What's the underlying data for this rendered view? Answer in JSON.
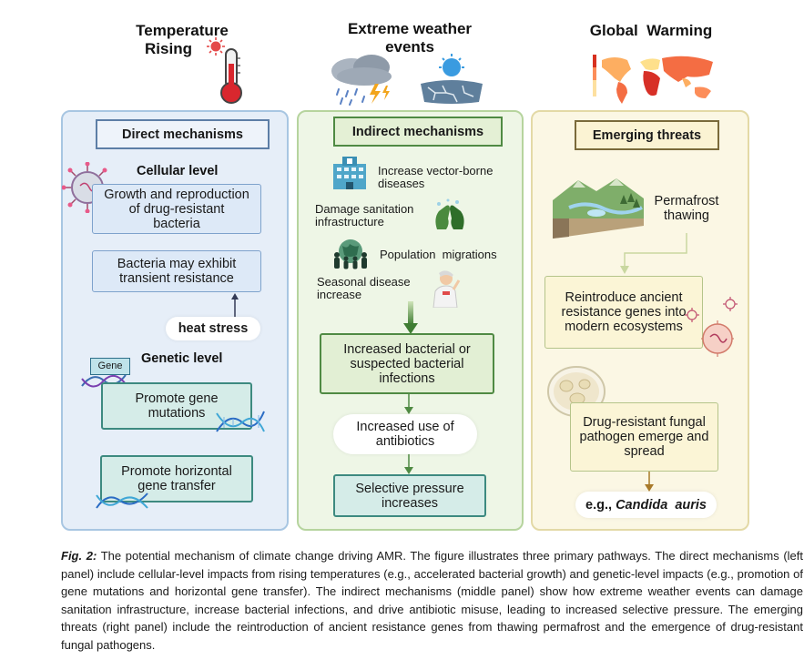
{
  "headers": {
    "temperature_line1": "Temperature",
    "temperature_line2": "Rising",
    "extreme_line1": "Extreme weather",
    "extreme_line2": "events",
    "global": "Global  Warming"
  },
  "left": {
    "title": "Direct mechanisms",
    "cellular_level": "Cellular level",
    "growth": "Growth and reproduction of drug-resistant bacteria",
    "transient": "Bacteria may exhibit transient resistance",
    "heat_stress": "heat stress",
    "genetic_level": "Genetic level",
    "gene_tag": "Gene",
    "mutations": "Promote gene mutations",
    "horizontal": "Promote horizontal gene transfer"
  },
  "middle": {
    "title": "Indirect mechanisms",
    "vector": "Increase vector-borne diseases",
    "sanitation": "Damage sanitation infrastructure",
    "migrations": "Population  migrations",
    "seasonal": "Seasonal disease increase",
    "infections": "Increased bacterial or suspected bacterial infections",
    "antibiotics": "Increased use of antibiotics",
    "pressure": "Selective pressure increases"
  },
  "right": {
    "title": "Emerging threats",
    "permafrost": "Permafrost thawing",
    "reintroduce": "Reintroduce ancient resistance genes into modern ecosystems",
    "fungal": "Drug-resistant fungal pathogen emerge and spread",
    "example_prefix": "e.g., ",
    "example_species": "Candida  auris"
  },
  "caption": {
    "label": "Fig. 2:",
    "text": " The potential mechanism of climate change driving AMR. The figure illustrates three primary pathways. The direct mechanisms (left panel) include cellular-level impacts from rising temperatures (e.g., accelerated bacterial growth) and genetic-level impacts (e.g., promotion of gene mutations and horizontal gene transfer). The indirect mechanisms (middle panel) show how extreme weather events can damage sanitation infrastructure, increase bacterial infections, and drive antibiotic misuse, leading to increased selective pressure. The emerging threats (right panel) include the reintroduction of ancient resistance genes from thawing permafrost and the emergence of drug-resistant fungal pathogens."
  },
  "colors": {
    "left_panel": "#e6eef8",
    "middle_panel": "#eef6e6",
    "right_panel": "#fbf7e4",
    "arrow_green": "#4f8a43",
    "thermometer_red": "#d9272e"
  }
}
